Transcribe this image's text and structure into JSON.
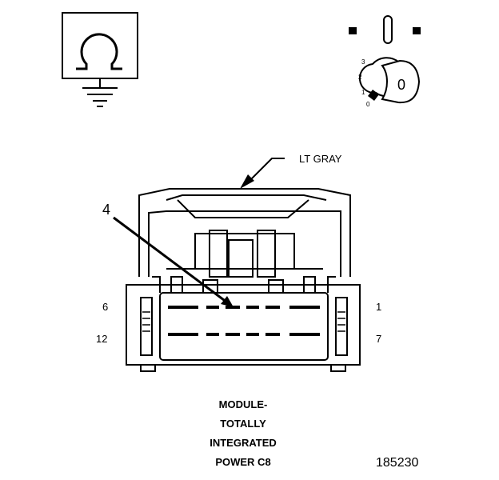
{
  "symbols": {
    "ohmmeter": "ohm-ground-icon",
    "ignition": "ignition-key-switch-icon",
    "ignition_positions": [
      "3",
      "2",
      "1",
      "0"
    ],
    "key_label": "0"
  },
  "connector": {
    "color_callout": "LT GRAY",
    "terminal_callout": "4",
    "pin_top_left": "6",
    "pin_top_right": "1",
    "pin_bottom_left": "12",
    "pin_bottom_right": "7"
  },
  "caption": {
    "line1": "MODULE-",
    "line2": "TOTALLY",
    "line3": "INTEGRATED",
    "line4": "POWER C8"
  },
  "figure_number": "185230"
}
